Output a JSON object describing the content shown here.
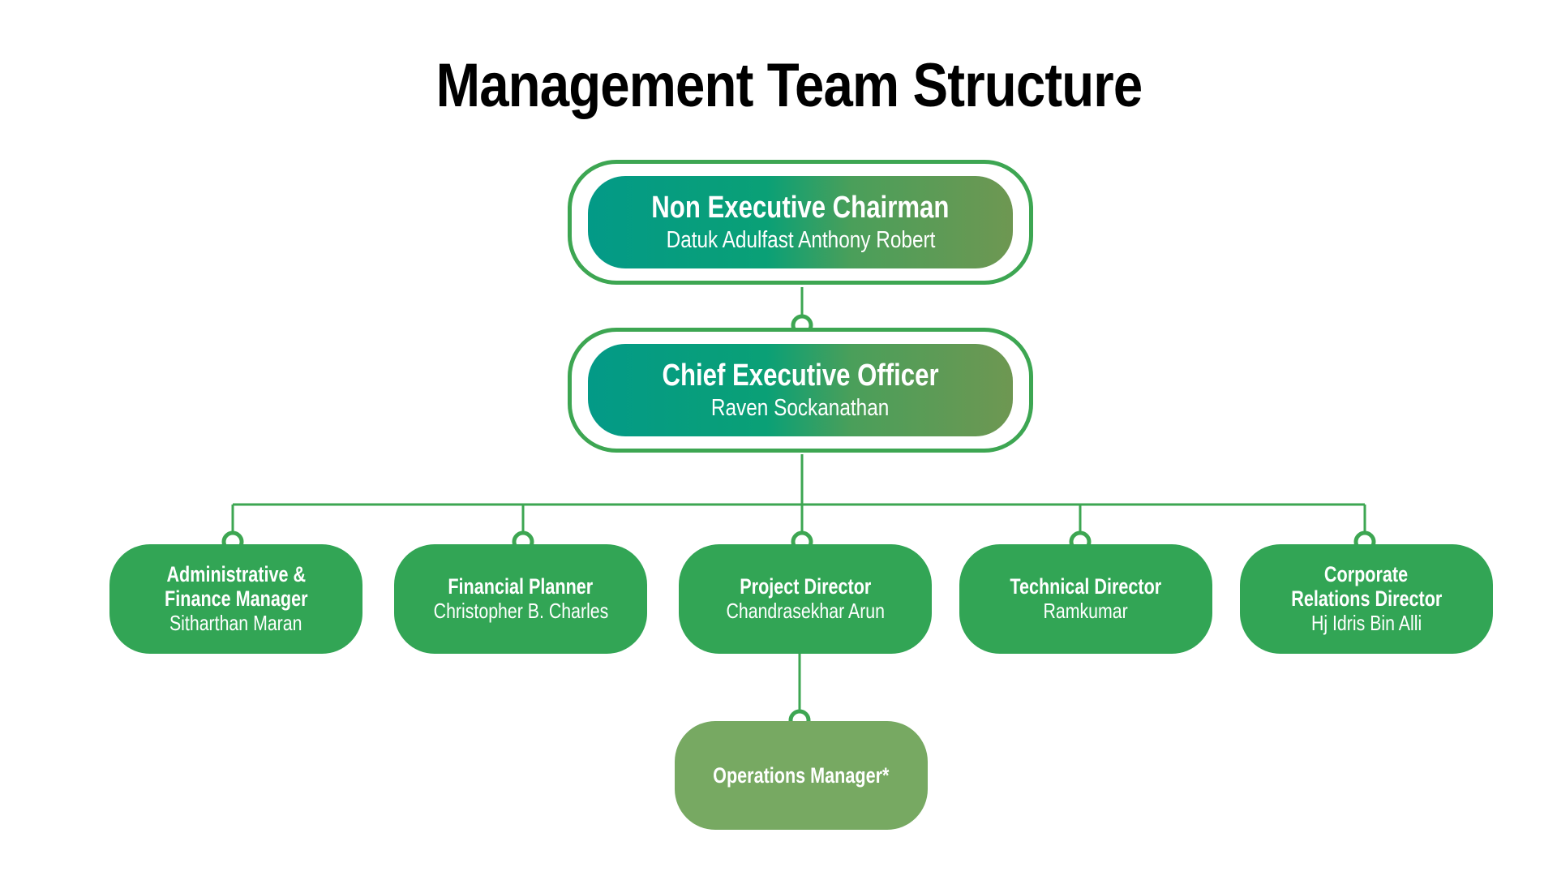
{
  "title": "Management Team Structure",
  "colors": {
    "connector": "#3da652",
    "card_green": "#32a555",
    "card_muted": "#77a962",
    "gradient_start": "#039a87",
    "gradient_end": "#6e9752"
  },
  "leadership": [
    {
      "role": "Non Executive Chairman",
      "name": "Datuk Adulfast Anthony Robert"
    },
    {
      "role": "Chief Executive Officer",
      "name": "Raven Sockanathan"
    }
  ],
  "direct_reports": [
    {
      "role_lines": [
        "Administrative &",
        "Finance Manager"
      ],
      "name": "Sitharthan Maran"
    },
    {
      "role_lines": [
        "Financial Planner"
      ],
      "name": "Christopher B. Charles"
    },
    {
      "role_lines": [
        "Project Director"
      ],
      "name": "Chandrasekhar Arun"
    },
    {
      "role_lines": [
        "Technical Director"
      ],
      "name": "Ramkumar"
    },
    {
      "role_lines": [
        "Corporate",
        "Relations Director"
      ],
      "name": "Hj Idris Bin Alli"
    }
  ],
  "sub_report": {
    "role": "Operations Manager*"
  }
}
